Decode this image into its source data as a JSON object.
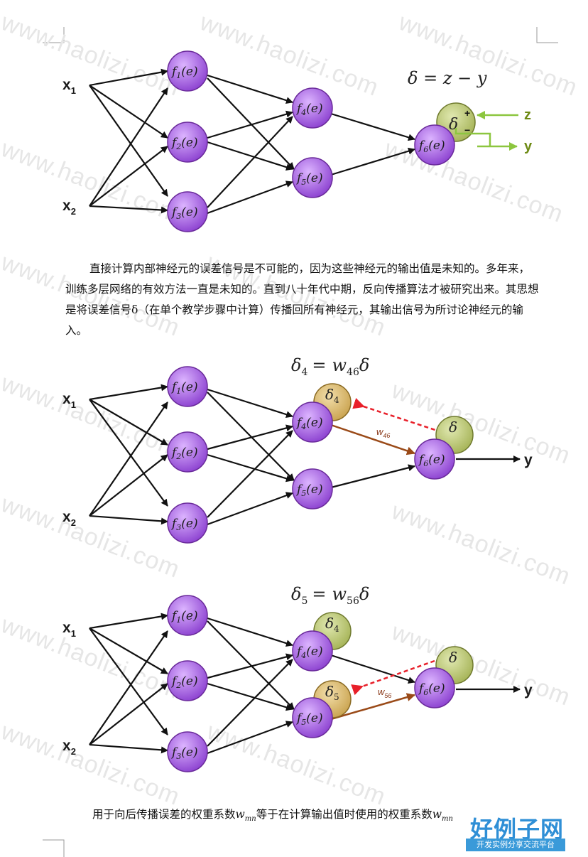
{
  "diagram1": {
    "formula": "δ = z − y",
    "z_label": "z",
    "y_label": "y",
    "error_symbol": "δ",
    "plus": "+",
    "minus": "−"
  },
  "paragraph": "直接计算内部神经元的误差信号是不可能的，因为这些神经元的输出值是未知的。多年来，训练多层网络的有效方法一直是未知的。直到八十年代中期，反向传播算法才被研究出来。其思想是将误差信号δ（在单个教学步骤中计算）传播回所有神经元，其输出信号为所讨论神经元的输入。",
  "diagram2": {
    "formula_lhs": "δ",
    "formula_lhs_sub": "4",
    "formula_eq": "=",
    "formula_w": "w",
    "formula_w_sub": "46",
    "formula_rhs": "δ",
    "w_label": "w",
    "w_sub": "46",
    "y_label": "y"
  },
  "diagram3": {
    "formula_lhs": "δ",
    "formula_lhs_sub": "5",
    "formula_eq": "=",
    "formula_w": "w",
    "formula_w_sub": "56",
    "formula_rhs": "δ",
    "w_label": "w",
    "w_sub": "56",
    "y_label": "y"
  },
  "inputs": {
    "x_label": "x",
    "x1_sub": "1",
    "x2_sub": "2"
  },
  "neuron": {
    "f": "f",
    "e": "(e)",
    "subs": [
      "1",
      "2",
      "3",
      "4",
      "5",
      "6"
    ],
    "delta": "δ",
    "delta4_sub": "4",
    "delta5_sub": "5"
  },
  "caption": {
    "prefix": "用于向后传播误差的权重系数",
    "w": "w",
    "w_sub": "mn",
    "middle": "等于在计算输出值时使用的权重系数",
    "w2": "w",
    "w2_sub": "mn"
  },
  "watermark": "www.haolizi.com",
  "logo": {
    "main": "好例子网",
    "tagline": "开发实例分享交流平台"
  },
  "colors": {
    "neuron_fill": "#b86ef0",
    "neuron_stroke": "#6a2a9a",
    "error_green": "#b5c46a",
    "error_tan": "#d8b96a",
    "green_arrow": "#8cc63f",
    "red_dashed": "#e8202a",
    "brown_arrow": "#9a4a18"
  }
}
